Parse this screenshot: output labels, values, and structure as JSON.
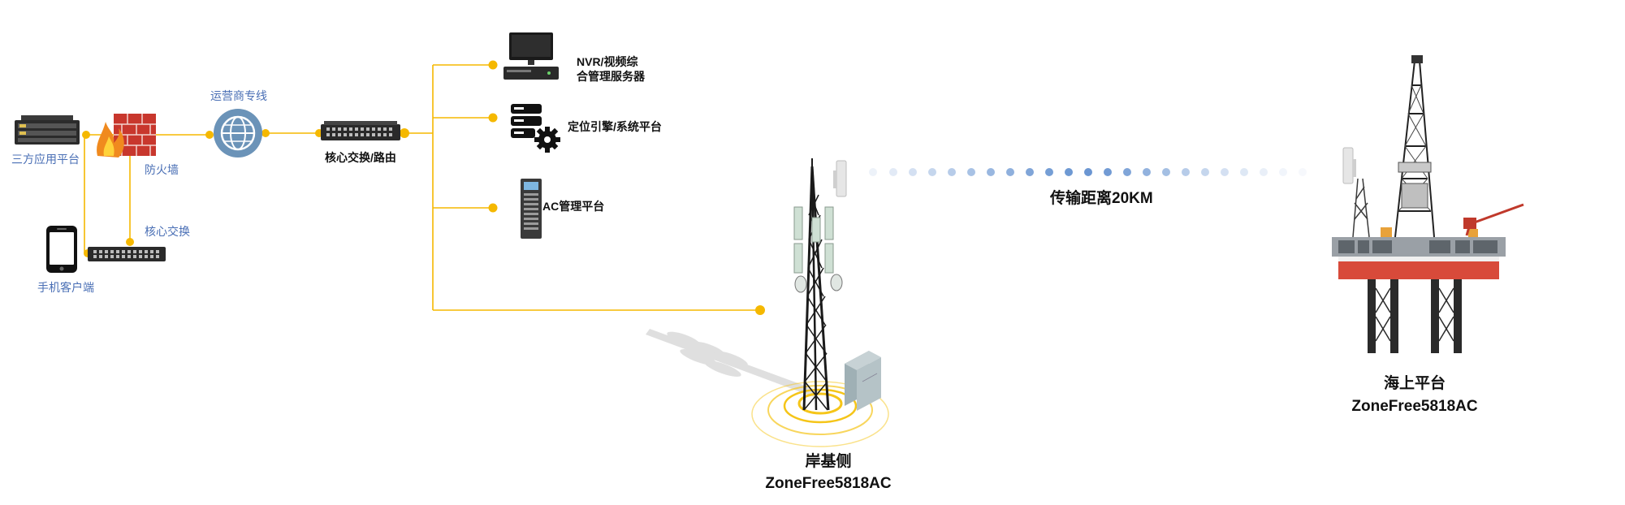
{
  "colors": {
    "line": "#f5b800",
    "node": "#f5b800",
    "label_blue": "#4a6fb5",
    "signal_dots": "#4a7fc8",
    "text_dark": "#111111"
  },
  "left_network": {
    "third_party_platform": "三方应用平台",
    "firewall": "防火墙",
    "carrier_line": "运营商专线",
    "core_switch_small": "核心交换",
    "mobile_client": "手机客户端",
    "core_switch_router": "核心交换/路由"
  },
  "servers": {
    "nvr_line1": "NVR/视频综",
    "nvr_line2": "合管理服务器",
    "positioning": "定位引擎/系统平台",
    "ac_platform": "AC管理平台"
  },
  "wireless_link": {
    "distance_label": "传输距离20KM"
  },
  "shore_side": {
    "title": "岸基侧",
    "model": "ZoneFree5818AC"
  },
  "offshore_platform": {
    "title": "海上平台",
    "model": "ZoneFree5818AC"
  },
  "icons": [
    "server-rack-icon",
    "firewall-icon",
    "globe-icon",
    "switch-icon",
    "smartphone-icon",
    "monitor-nvr-icon",
    "server-gear-icon",
    "ac-server-icon",
    "cell-tower-icon",
    "outdoor-cabinet-icon",
    "wireless-bridge-icon",
    "oil-platform-icon"
  ]
}
